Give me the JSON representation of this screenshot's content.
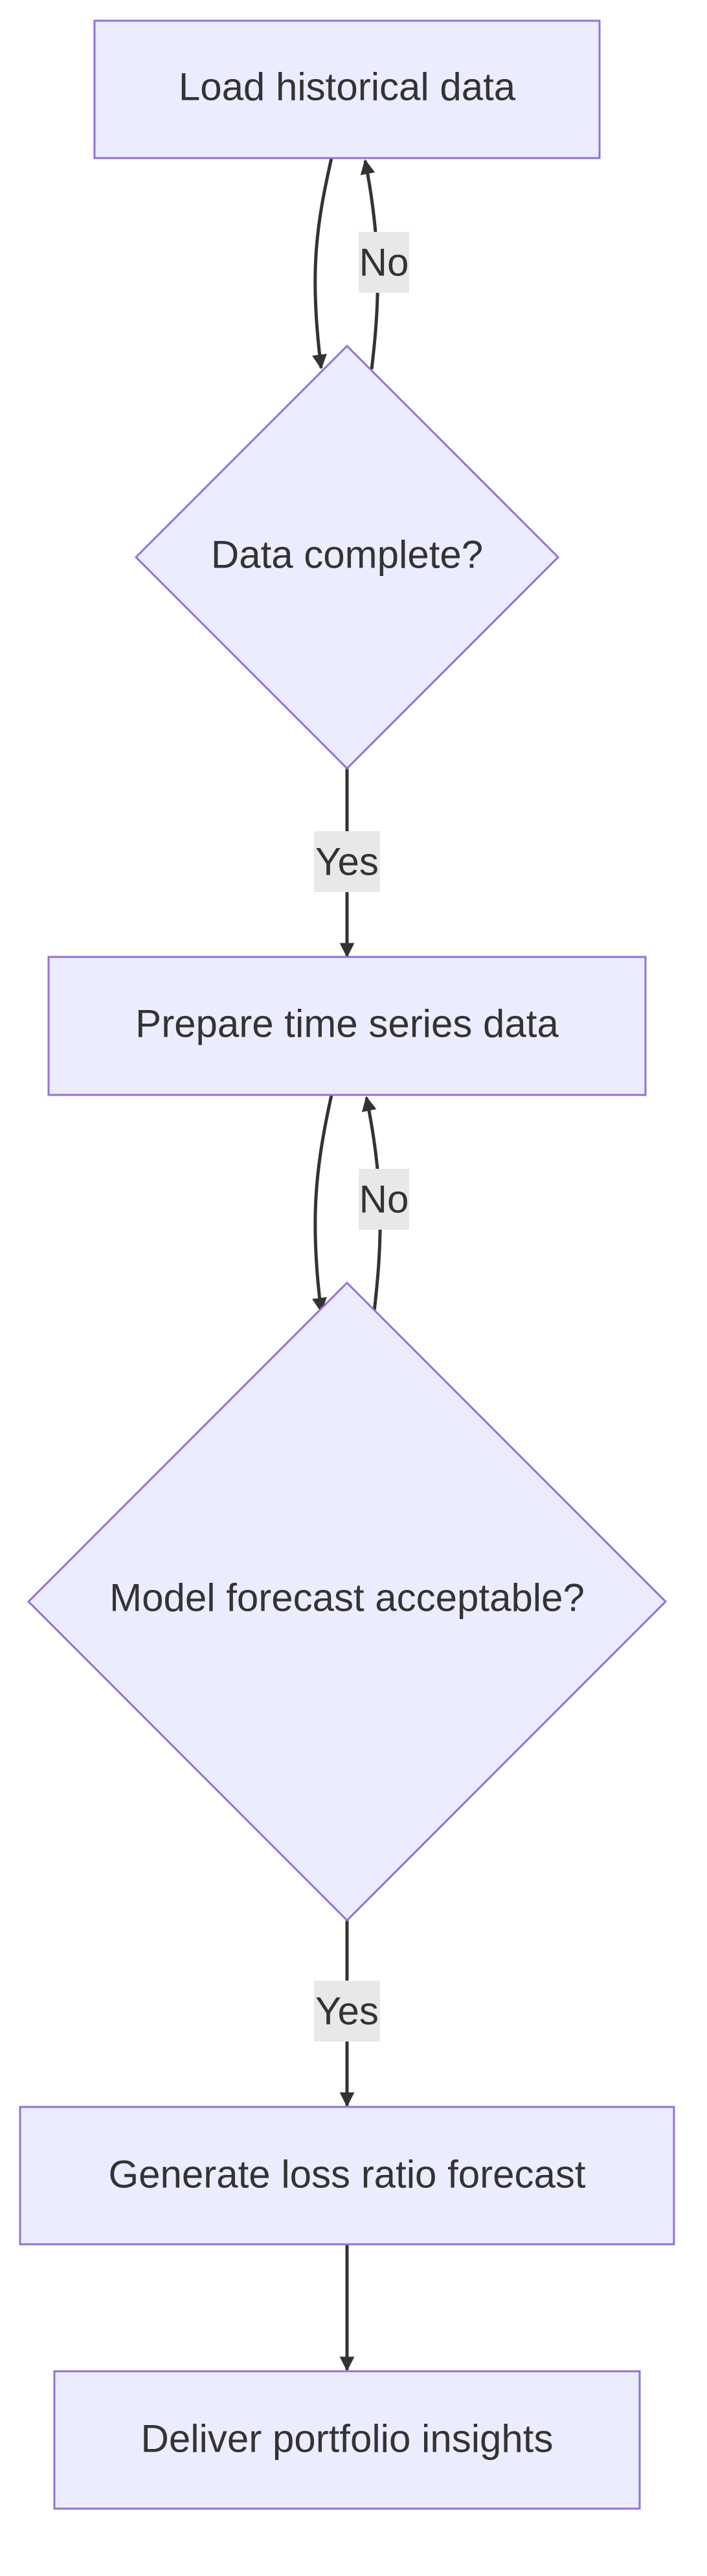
{
  "colors": {
    "node_fill": "#ECECFF",
    "node_stroke": "#9370DB",
    "edge_stroke": "#333333",
    "label_bg": "#E8E8E8",
    "text": "#333333"
  },
  "nodes": {
    "load": {
      "label": "Load historical data"
    },
    "complete": {
      "label": "Data complete?"
    },
    "prepare": {
      "label": "Prepare time series data"
    },
    "acceptable": {
      "label": "Model forecast acceptable?"
    },
    "generate": {
      "label": "Generate loss ratio forecast"
    },
    "deliver": {
      "label": "Deliver portfolio insights"
    }
  },
  "edges": {
    "complete_no": {
      "label": "No"
    },
    "complete_yes": {
      "label": "Yes"
    },
    "acceptable_no": {
      "label": "No"
    },
    "acceptable_yes": {
      "label": "Yes"
    }
  }
}
